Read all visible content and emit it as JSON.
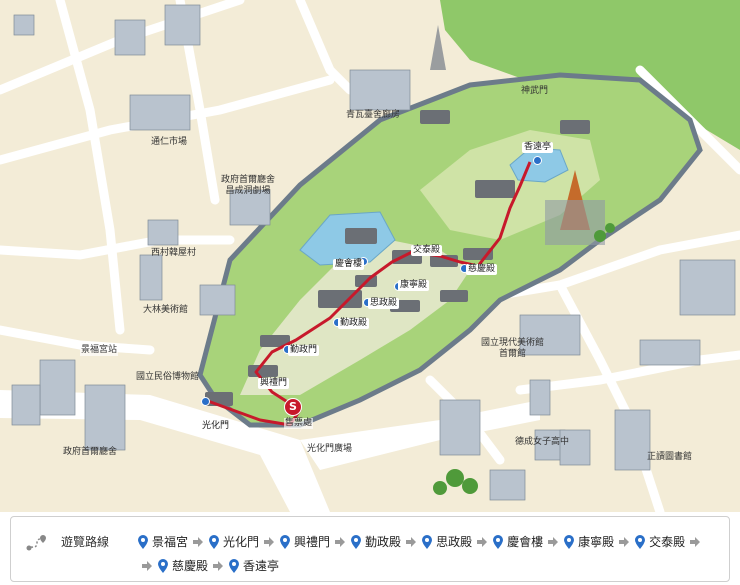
{
  "colors": {
    "route": "#c7192b",
    "park": "#a8d37a",
    "wall": "#6c7b8a",
    "pin": "#2a6fc8",
    "water": "#8ec9e6"
  },
  "map": {
    "labels": {
      "cheongwadae": "青瓦臺舍廊房",
      "tongin_market": "通仁市場",
      "sejong_center": "政府首爾廳舍\n昌成洞劇場",
      "seochon": "西村韓屋村",
      "daelim": "大林美術館",
      "gyeongbokgung_station": "景福宮站",
      "folk_museum": "國立民俗博物館",
      "gov_complex": "政府首爾廳舍",
      "gwanghwamun_square": "光化門廣場",
      "mmca": "國立現代美術館\n首爾館",
      "deokseong": "德成女子高中",
      "jeongdok": "正讀圖書館",
      "sinmumun": "神武門",
      "ticket_office": "售票處"
    },
    "stops": {
      "gwanghwamun": "光化門",
      "heungnyemun": "興禮門",
      "geunjeongmun": "勤政門",
      "geunjeongjeon": "勤政殿",
      "sajeongjeon": "思政殿",
      "gyeonghoeru": "慶會樓",
      "gangnyeongjeon": "康寧殿",
      "gyotaejeon": "交泰殿",
      "jagyeongjeon": "慈慶殿",
      "hyangwonjeong": "香遠亭"
    },
    "start_marker": "S"
  },
  "legend": {
    "title": "遊覽路線",
    "icon": "route-icon",
    "row1": [
      "景福宮",
      "光化門",
      "興禮門",
      "勤政殿",
      "思政殿",
      "慶會樓",
      "康寧殿",
      "交泰殿"
    ],
    "row2": [
      "慈慶殿",
      "香遠亭"
    ]
  }
}
